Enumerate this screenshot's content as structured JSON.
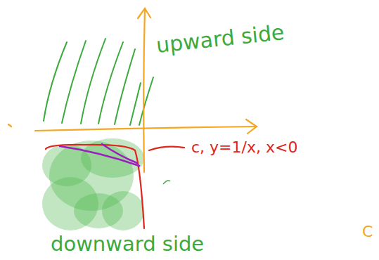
{
  "diagram": {
    "labels": [
      "upward side",
      "c, y=1/x, x<0",
      "downward side",
      "C"
    ]
  }
}
